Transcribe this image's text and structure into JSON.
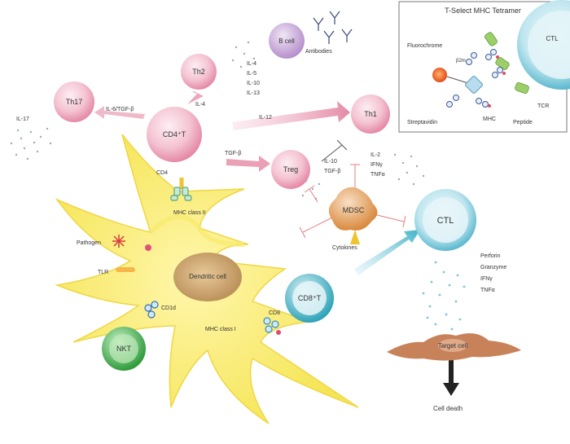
{
  "inset": {
    "title": "T-Select MHC Tetramer",
    "fluorochrome": "Fluorochrome",
    "streptavidin": "Streptavidin",
    "mhc": "MHC",
    "peptide": "Peptide",
    "tcr": "TCR",
    "cell": "CTL",
    "b2m": "β2m"
  },
  "cells": {
    "th17": "Th17",
    "th2": "Th2",
    "bcell": "B cell",
    "cd4": "CD4⁺T",
    "th1": "Th1",
    "treg": "Treg",
    "mdsc": "MDSC",
    "ctl": "CTL",
    "cd8": "CD8⁺T",
    "nkt": "NKT",
    "dendritic": "Dendritic cell",
    "target": "Target cell"
  },
  "labels": {
    "il17": "IL-17",
    "th17_factors": "IL-6/TGF-β",
    "antibodies": "Antibodies",
    "th2_cytokines": [
      "IL-4",
      "IL-5",
      "IL-10",
      "IL-13"
    ],
    "il4": "IL-4",
    "il12": "IL-12",
    "tgfb": "TGF-β",
    "treg_cytokines": [
      "IL-10",
      "TGF-β"
    ],
    "th1_cytokines": [
      "IL-2",
      "IFNγ",
      "TNFα"
    ],
    "cd4_receptor": "CD4",
    "mhc2": "MHC class II",
    "pathogen": "Pathogen",
    "tlr": "TLR",
    "cd1d": "CD1d",
    "cd8_receptor": "CD8",
    "mhc1": "MHC class I",
    "mdsc_inducers": "Cytokines",
    "ctl_effectors": [
      "Perforin",
      "Granzyme",
      "IFNγ",
      "TNFα"
    ],
    "death": "Cell death"
  }
}
